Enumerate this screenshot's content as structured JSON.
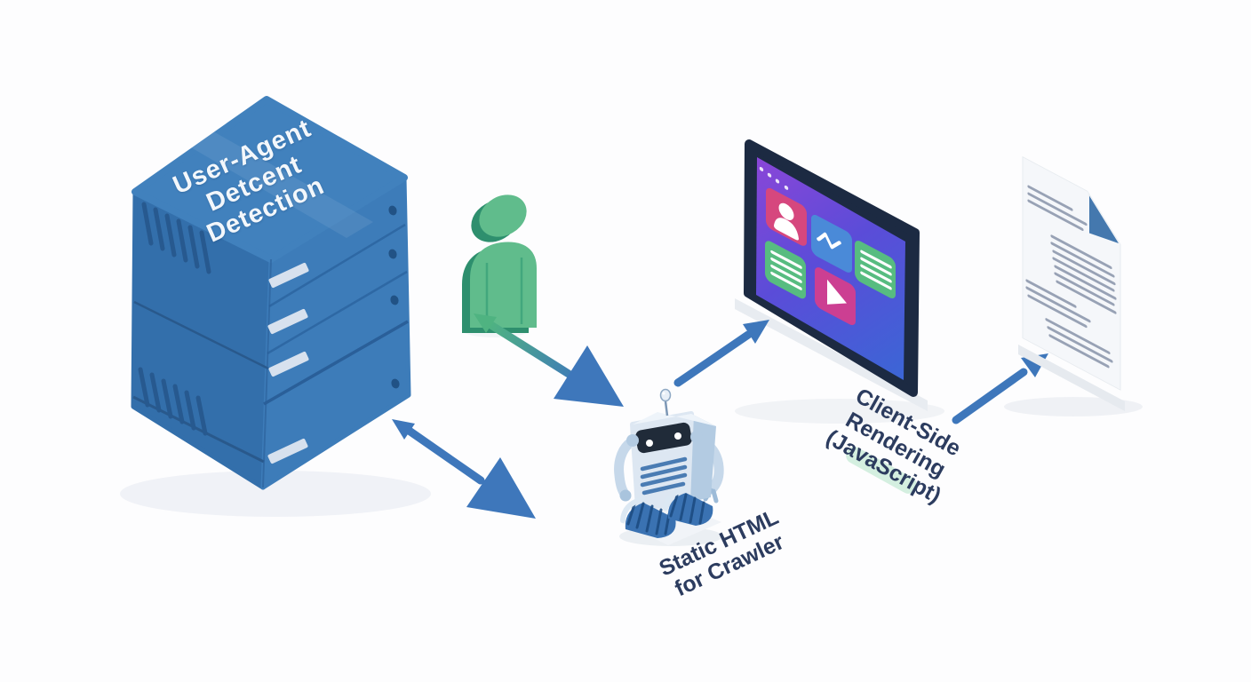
{
  "page": {
    "background": "#fdfdfe"
  },
  "server": {
    "label": "User-Agent\nDetcent\nDetection",
    "colors": {
      "top": "#4181bd",
      "left": "#336fab",
      "right": "#3d7cb9",
      "slot": "#d7e1ee",
      "vent": "#27598f",
      "dot": "#1f4e80"
    }
  },
  "user_figure": {
    "color": "#60bc8c",
    "shade": "#2e8f6e"
  },
  "crawler_robot": {
    "body": "#dde7f2",
    "side": "#b3cbe2",
    "face": "#202b39",
    "tread": "#3a72b2",
    "stripe": "#4a7cb3"
  },
  "browser_screen": {
    "bezel": "#1c2a42",
    "stand": "#e8ecf1",
    "gradient": [
      "#8a46d8",
      "#5b4cd8",
      "#3b66d6"
    ],
    "window_dots": 4,
    "tiles": [
      {
        "name": "profile-tile",
        "icon": "user-icon",
        "color": "#d6477e"
      },
      {
        "name": "activity-tile",
        "icon": "wave-icon",
        "color": "#4a8ad8"
      },
      {
        "name": "text-tile-left",
        "icon": "text-lines-icon",
        "color": "#57bc80"
      },
      {
        "name": "text-tile-right",
        "icon": "text-lines-icon",
        "color": "#57bc80"
      },
      {
        "name": "media-tile",
        "icon": "play-icon",
        "color": "#cc3f92"
      }
    ]
  },
  "document": {
    "paper": "#f5f7fa",
    "fold": "#4478ae",
    "line": "#98a2b5"
  },
  "labels": {
    "client_side": "Client-Side\nRendering\n(JavaScript)",
    "static_html": "Static HTML\nfor Crawler",
    "text_color": "#2c3c5f"
  },
  "arrows": {
    "blue": "#3e77bb",
    "green": "#4fb381",
    "connections": [
      {
        "between": "user-figure",
        "and": "crawler-robot",
        "type": "double-headed",
        "color": "green-to-blue"
      },
      {
        "between": "server",
        "and": "crawler-robot",
        "type": "double-headed",
        "color": "blue"
      },
      {
        "from": "crawler-robot",
        "to": "browser-screen",
        "type": "single",
        "color": "blue"
      },
      {
        "from": "browser-screen",
        "to": "document",
        "type": "single",
        "color": "blue"
      }
    ]
  }
}
